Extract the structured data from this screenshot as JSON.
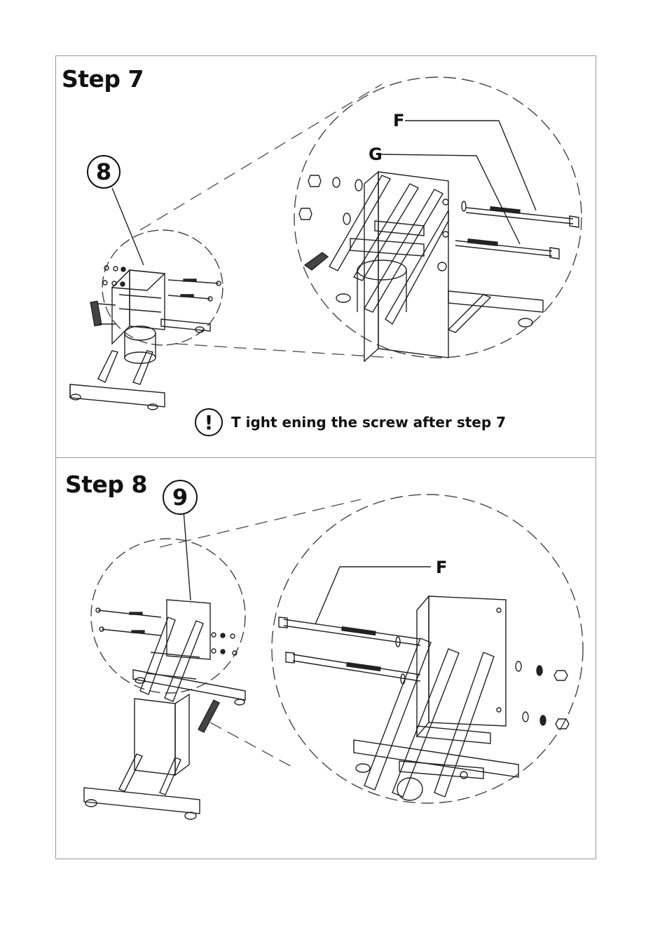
{
  "step7": {
    "title": "Step 7",
    "callout_number": "8",
    "part_labels": [
      "F",
      "G"
    ],
    "note_icon": "exclamation-circle-icon",
    "note_icon_glyph": "!",
    "note_text": "T ight  ening the screw after step 7"
  },
  "step8": {
    "title": "Step 8",
    "callout_number": "9",
    "part_labels": [
      "F"
    ]
  }
}
